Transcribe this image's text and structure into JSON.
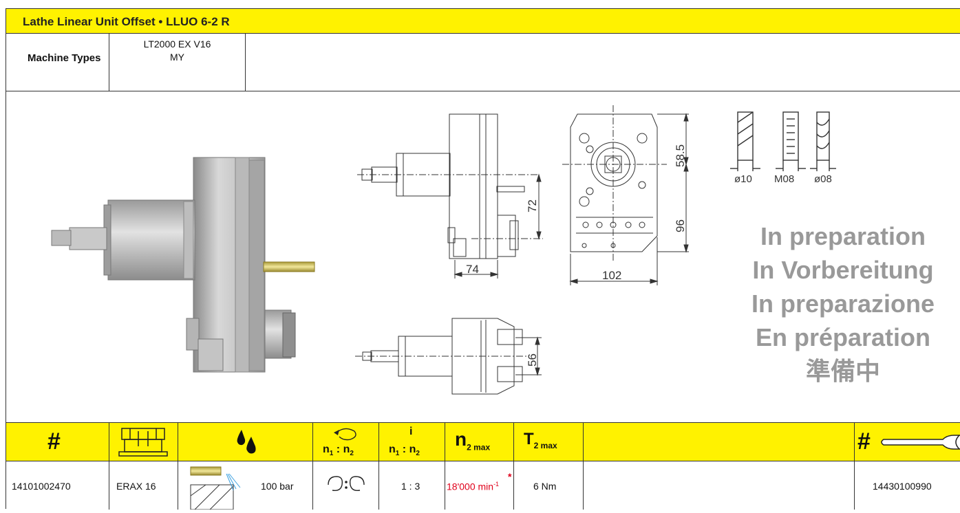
{
  "title": "Lathe Linear Unit Offset •  LLUO 6-2 R",
  "machine_types": {
    "label": "Machine Types",
    "values": [
      "LT2000 EX V16",
      "MY"
    ]
  },
  "dimensions": {
    "side_offset": "72",
    "side_width": "74",
    "front_top": "58.5",
    "front_bottom": "96",
    "front_width": "102",
    "top_offset": "56"
  },
  "tools": [
    "ø10",
    "M08",
    "ø08"
  ],
  "preparation_notice": [
    "In preparation",
    "In Vorbereitung",
    "In preparazione",
    "En préparation",
    "準備中"
  ],
  "table_header": {
    "hash": "#",
    "i_label": "i",
    "n1": "n",
    "n1_sub": "1",
    "colon": ":",
    "n2": "n",
    "n2_sub": "2",
    "n2max": "n",
    "n2max_sub": "2 max",
    "t2max": "T",
    "t2max_sub": "2 max",
    "wrench_hash": "#"
  },
  "row": {
    "article_no": "14101002470",
    "collet": "ERAX  16",
    "coolant_pressure": "100 bar",
    "ratio": "1 : 3",
    "speed": "18'000 min",
    "speed_exp": "-1",
    "speed_star": "*",
    "torque": "6 Nm",
    "wrench_no": "14430100990"
  },
  "colors": {
    "header_yellow": "#fff200",
    "speed_red": "#e0001a",
    "notice_gray": "#999999"
  }
}
